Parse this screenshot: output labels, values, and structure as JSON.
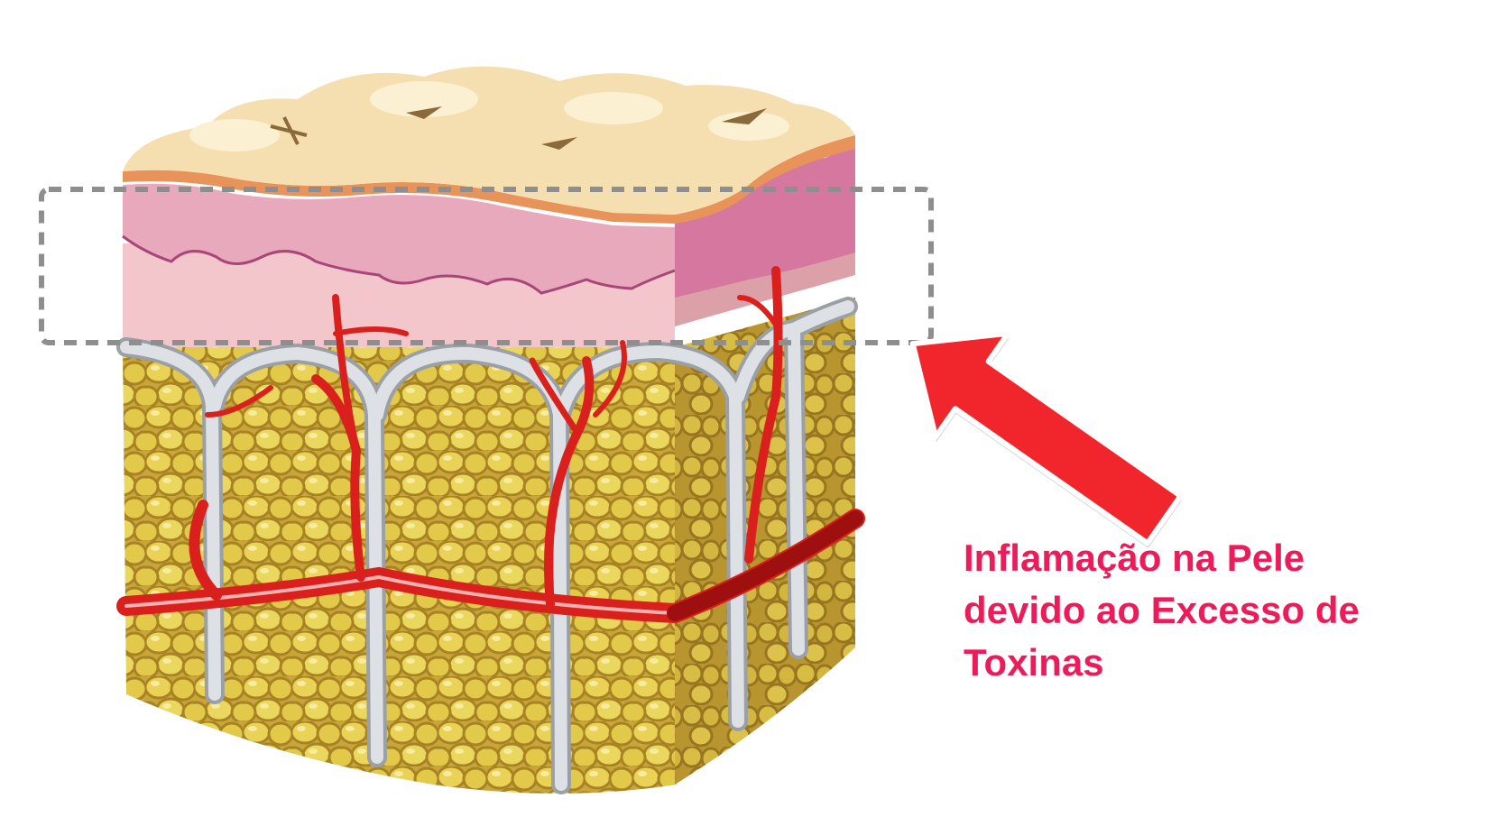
{
  "caption": {
    "lines": [
      "Inflamação na Pele",
      "devido ao Excesso de",
      "Toxinas"
    ],
    "color": "#ec1c5a"
  },
  "illustration": {
    "subject": "skin-cross-section-icon",
    "highlight_box": {
      "style": "dashed",
      "color": "#8e8e8e"
    },
    "arrow": {
      "color": "#f0262c"
    },
    "colors": {
      "epidermis_top": "#f5dfb0",
      "epidermis_edge": "#e8935a",
      "dermis_upper": "#e8a9bd",
      "dermis_lower": "#f2c6cb",
      "dermis_side": "#d5779e",
      "fat_cells": "#e6cc4e",
      "fat_outline": "#b08a2a",
      "septa": "#d4d8dc",
      "vessels": "#d9201c"
    }
  }
}
